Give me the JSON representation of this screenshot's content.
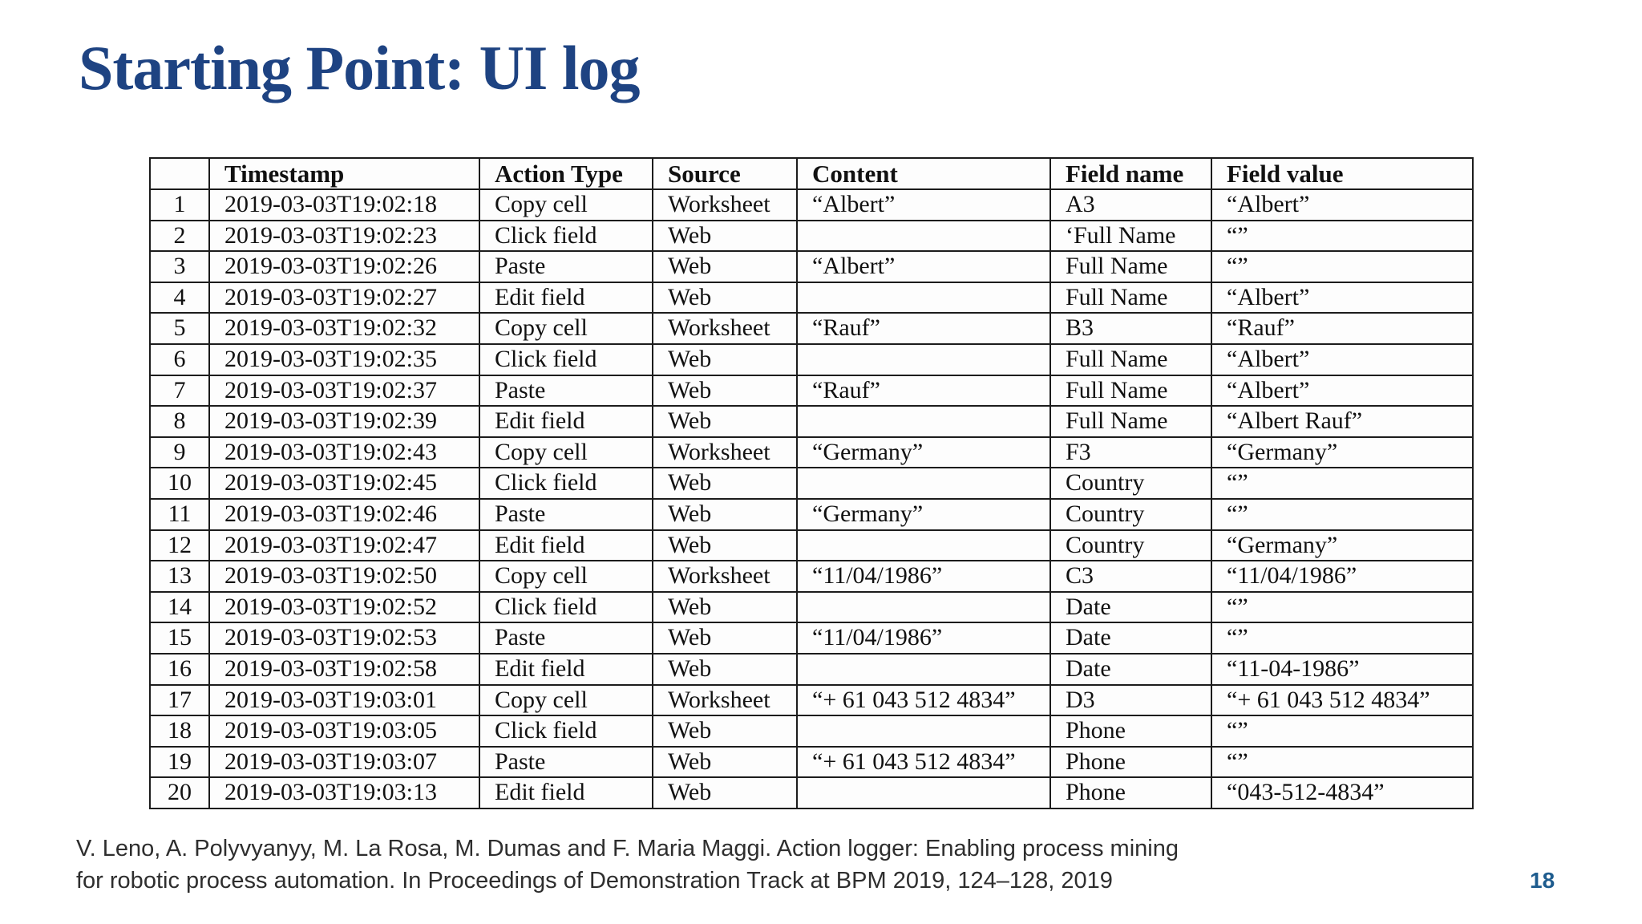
{
  "slide": {
    "title": "Starting Point: UI log",
    "page_number": "18",
    "title_color": "#1e4382",
    "page_number_color": "#1e5c8e"
  },
  "citation": {
    "line1": "V. Leno, A. Polyvyanyy, M. La Rosa, M. Dumas and F. Maria Maggi. Action logger: Enabling process mining",
    "line2": "for robotic process automation. In Proceedings of Demonstration Track at BPM 2019, 124–128, 2019"
  },
  "table": {
    "column_keys": [
      "index",
      "timestamp",
      "action_type",
      "source",
      "content",
      "field_name",
      "field_value"
    ],
    "headers": [
      "",
      "Timestamp",
      "Action Type",
      "Source",
      "Content",
      "Field name",
      "Field value"
    ],
    "rows": [
      [
        "1",
        "2019-03-03T19:02:18",
        "Copy cell",
        "Worksheet",
        "“Albert”",
        "A3",
        "“Albert”"
      ],
      [
        "2",
        "2019-03-03T19:02:23",
        "Click field",
        "Web",
        "",
        "‘Full Name",
        "“”"
      ],
      [
        "3",
        "2019-03-03T19:02:26",
        "Paste",
        "Web",
        "“Albert”",
        "Full Name",
        "“”"
      ],
      [
        "4",
        "2019-03-03T19:02:27",
        "Edit field",
        "Web",
        "",
        "Full Name",
        "“Albert”"
      ],
      [
        "5",
        "2019-03-03T19:02:32",
        "Copy cell",
        "Worksheet",
        "“Rauf”",
        "B3",
        "“Rauf”"
      ],
      [
        "6",
        "2019-03-03T19:02:35",
        "Click field",
        "Web",
        "",
        "Full Name",
        "“Albert”"
      ],
      [
        "7",
        "2019-03-03T19:02:37",
        "Paste",
        "Web",
        "“Rauf”",
        "Full Name",
        "“Albert”"
      ],
      [
        "8",
        "2019-03-03T19:02:39",
        "Edit field",
        "Web",
        "",
        "Full Name",
        "“Albert Rauf”"
      ],
      [
        "9",
        "2019-03-03T19:02:43",
        "Copy cell",
        "Worksheet",
        "“Germany”",
        "F3",
        "“Germany”"
      ],
      [
        "10",
        "2019-03-03T19:02:45",
        "Click field",
        "Web",
        "",
        "Country",
        "“”"
      ],
      [
        "11",
        "2019-03-03T19:02:46",
        "Paste",
        "Web",
        "“Germany”",
        "Country",
        "“”"
      ],
      [
        "12",
        "2019-03-03T19:02:47",
        "Edit field",
        "Web",
        "",
        "Country",
        "“Germany”"
      ],
      [
        "13",
        "2019-03-03T19:02:50",
        "Copy cell",
        "Worksheet",
        "“11/04/1986”",
        "C3",
        "“11/04/1986”"
      ],
      [
        "14",
        "2019-03-03T19:02:52",
        "Click field",
        "Web",
        "",
        "Date",
        "“”"
      ],
      [
        "15",
        "2019-03-03T19:02:53",
        "Paste",
        "Web",
        "“11/04/1986”",
        "Date",
        "“”"
      ],
      [
        "16",
        "2019-03-03T19:02:58",
        "Edit field",
        "Web",
        "",
        "Date",
        "“11-04-1986”"
      ],
      [
        "17",
        "2019-03-03T19:03:01",
        "Copy cell",
        "Worksheet",
        "“+ 61 043 512 4834”",
        "D3",
        "“+ 61 043 512 4834”"
      ],
      [
        "18",
        "2019-03-03T19:03:05",
        "Click field",
        "Web",
        "",
        "Phone",
        "“”"
      ],
      [
        "19",
        "2019-03-03T19:03:07",
        "Paste",
        "Web",
        "“+ 61 043 512 4834”",
        "Phone",
        "“”"
      ],
      [
        "20",
        "2019-03-03T19:03:13",
        "Edit field",
        "Web",
        "",
        "Phone",
        "“043-512-4834”"
      ]
    ]
  }
}
